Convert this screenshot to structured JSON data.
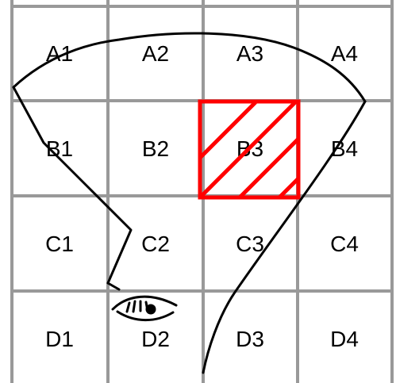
{
  "grid": {
    "rows": [
      "A",
      "B",
      "C",
      "D"
    ],
    "columns": [
      "1",
      "2",
      "3",
      "4"
    ],
    "cells": [
      [
        "A1",
        "A2",
        "A3",
        "A4"
      ],
      [
        "B1",
        "B2",
        "B3",
        "B4"
      ],
      [
        "C1",
        "C2",
        "C3",
        "C4"
      ],
      [
        "D1",
        "D2",
        "D3",
        "D4"
      ]
    ],
    "line_color": "#999999"
  },
  "highlight": {
    "cell": "B3",
    "color": "#ff0000",
    "pattern": "diagonal-hatch"
  },
  "field_of_view": {
    "shape": "cone",
    "color": "#000000"
  },
  "eye": {
    "icon": "eye-icon",
    "cell": "D2"
  }
}
